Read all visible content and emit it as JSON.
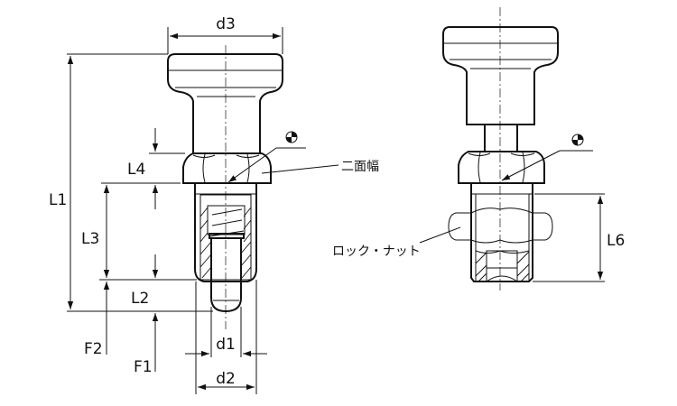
{
  "dimensions": {
    "d3": "d3",
    "d1": "d1",
    "d2": "d2",
    "L1": "L1",
    "L2": "L2",
    "L3": "L3",
    "L4": "L4",
    "L6": "L6",
    "F1": "F1",
    "F2": "F2"
  },
  "callouts": {
    "width_across_flats": "二面幅",
    "lock_nut": "ロック・ナット"
  }
}
